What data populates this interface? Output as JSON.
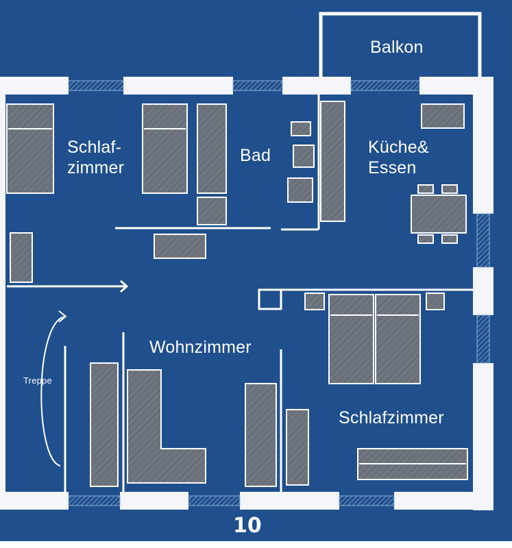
{
  "colors": {
    "background": "#1f4f8d",
    "wall": "#f4f6f9",
    "furniture": "#6f7680",
    "outline": "#ffffff",
    "window": "#8fb0d8"
  },
  "rooms": {
    "balcony": "Balkon",
    "bedroom_small": "Schlaf-\nzimmer",
    "bathroom": "Bad",
    "kitchen": "Küche&\nEssen",
    "living_room": "Wohnzimmer",
    "stairs": "Treppe",
    "bedroom_large": "Schlafzimmer"
  },
  "page_number": "10"
}
